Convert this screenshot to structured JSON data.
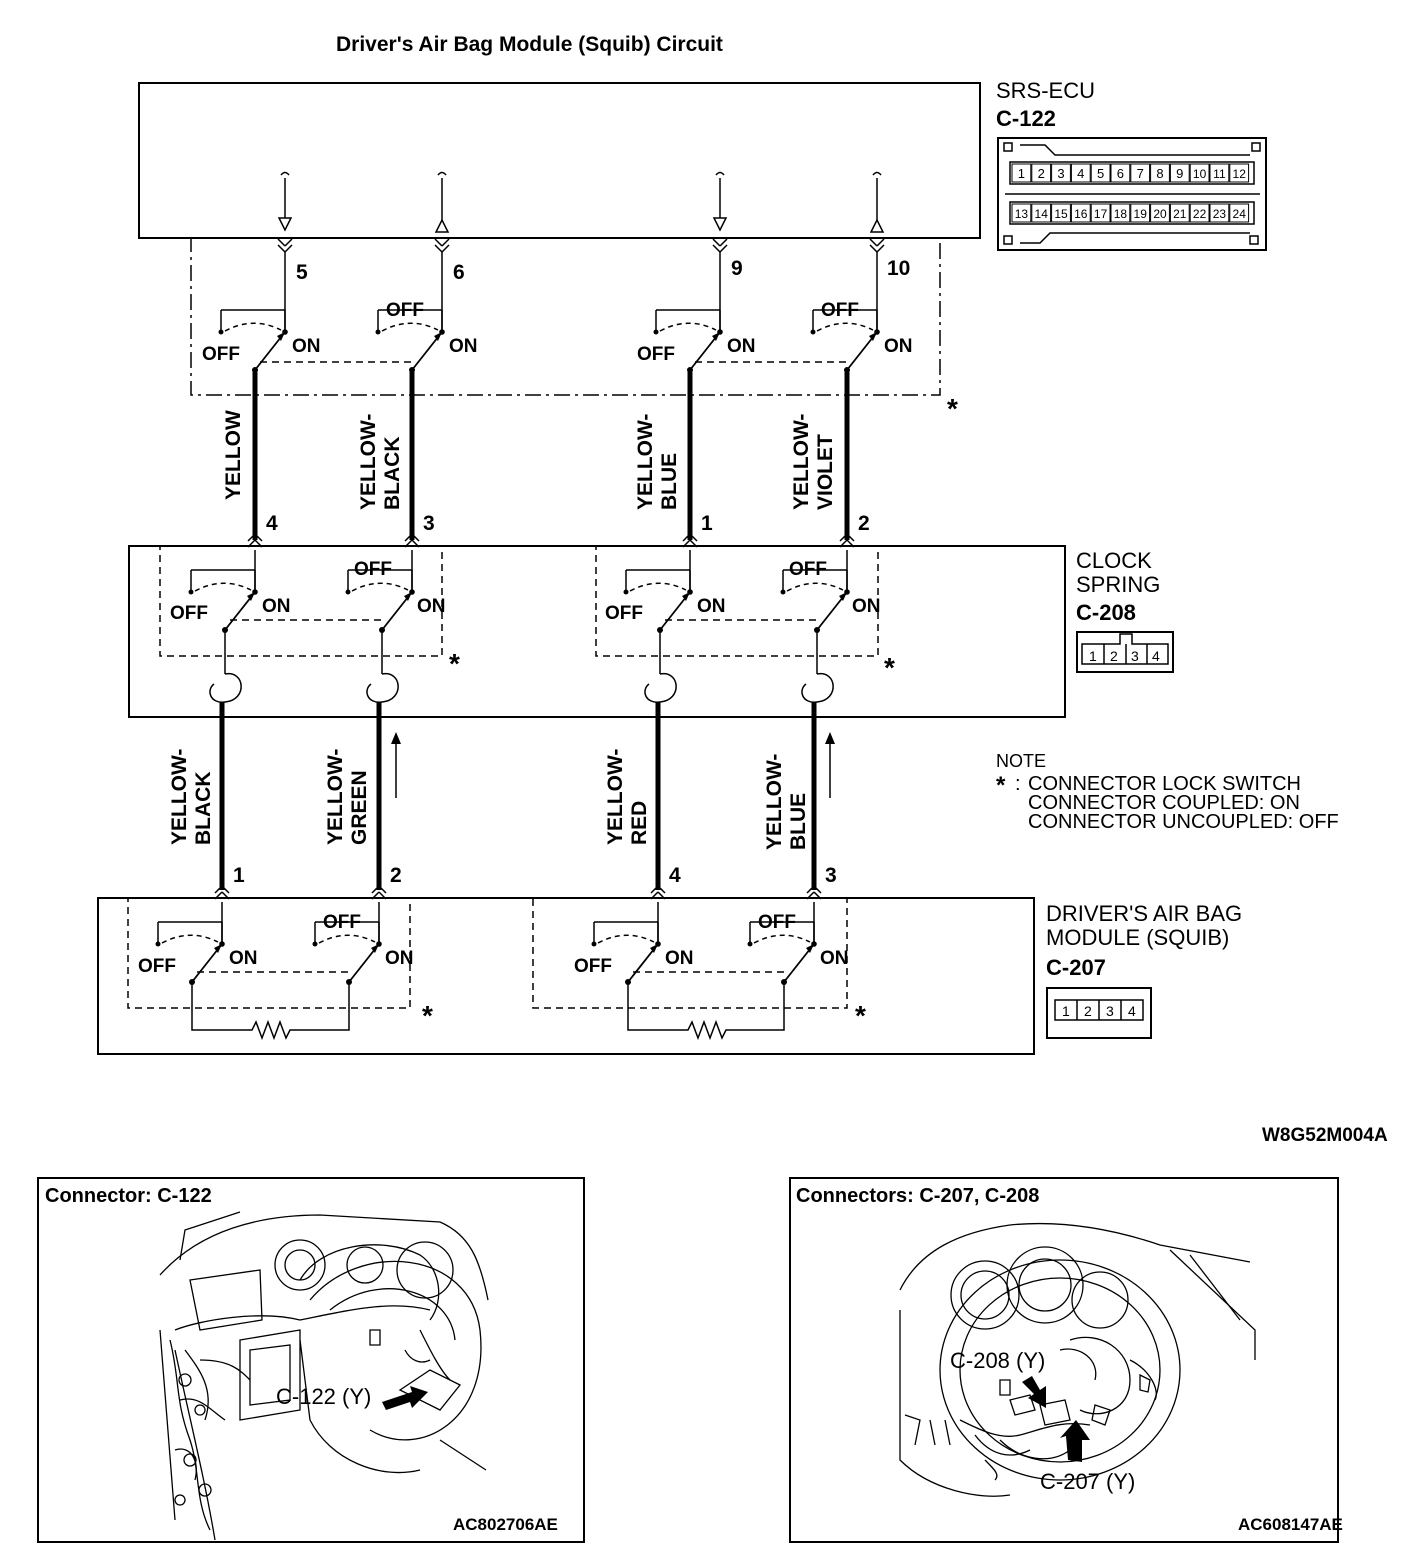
{
  "title": "Driver's Air Bag Module (Squib) Circuit",
  "srs_ecu": {
    "name": "SRS-ECU",
    "connector": "C-122",
    "pins_top": [
      "1",
      "2",
      "3",
      "4",
      "5",
      "6",
      "7",
      "8",
      "9",
      "10",
      "11",
      "12"
    ],
    "pins_bottom": [
      "13",
      "14",
      "15",
      "16",
      "17",
      "18",
      "19",
      "20",
      "21",
      "22",
      "23",
      "24"
    ],
    "terminals": [
      "5",
      "6",
      "9",
      "10"
    ]
  },
  "clock_spring": {
    "name_line1": "CLOCK",
    "name_line2": "SPRING",
    "connector": "C-208",
    "pins": [
      "1",
      "2",
      "3",
      "4"
    ],
    "top_terminals": [
      "4",
      "3",
      "1",
      "2"
    ]
  },
  "airbag_module": {
    "name_line1": "DRIVER'S AIR BAG",
    "name_line2": "MODULE (SQUIB)",
    "connector": "C-207",
    "pins": [
      "1",
      "2",
      "3",
      "4"
    ],
    "terminals": [
      "1",
      "2",
      "4",
      "3"
    ]
  },
  "wires_upper": [
    {
      "line1": "YELLOW",
      "line2": ""
    },
    {
      "line1": "YELLOW-",
      "line2": "BLACK"
    },
    {
      "line1": "YELLOW-",
      "line2": "BLUE"
    },
    {
      "line1": "YELLOW-",
      "line2": "VIOLET"
    }
  ],
  "wires_lower": [
    {
      "line1": "YELLOW-",
      "line2": "BLACK"
    },
    {
      "line1": "YELLOW-",
      "line2": "GREEN"
    },
    {
      "line1": "YELLOW-",
      "line2": "RED"
    },
    {
      "line1": "YELLOW-",
      "line2": "BLUE"
    }
  ],
  "switch_labels": {
    "off": "OFF",
    "on": "ON"
  },
  "asterisk": "*",
  "note": {
    "heading": "NOTE",
    "line1": "CONNECTOR LOCK SWITCH",
    "line2": "CONNECTOR COUPLED: ON",
    "line3": "CONNECTOR UNCOUPLED: OFF"
  },
  "diagram_code": "W8G52M004A",
  "panel_left": {
    "title": "Connector: C-122",
    "callout": "C-122 (Y)",
    "code": "AC802706AE"
  },
  "panel_right": {
    "title": "Connectors: C-207, C-208",
    "callout_top": "C-208 (Y)",
    "callout_bottom": "C-207 (Y)",
    "code": "AC608147AE"
  }
}
